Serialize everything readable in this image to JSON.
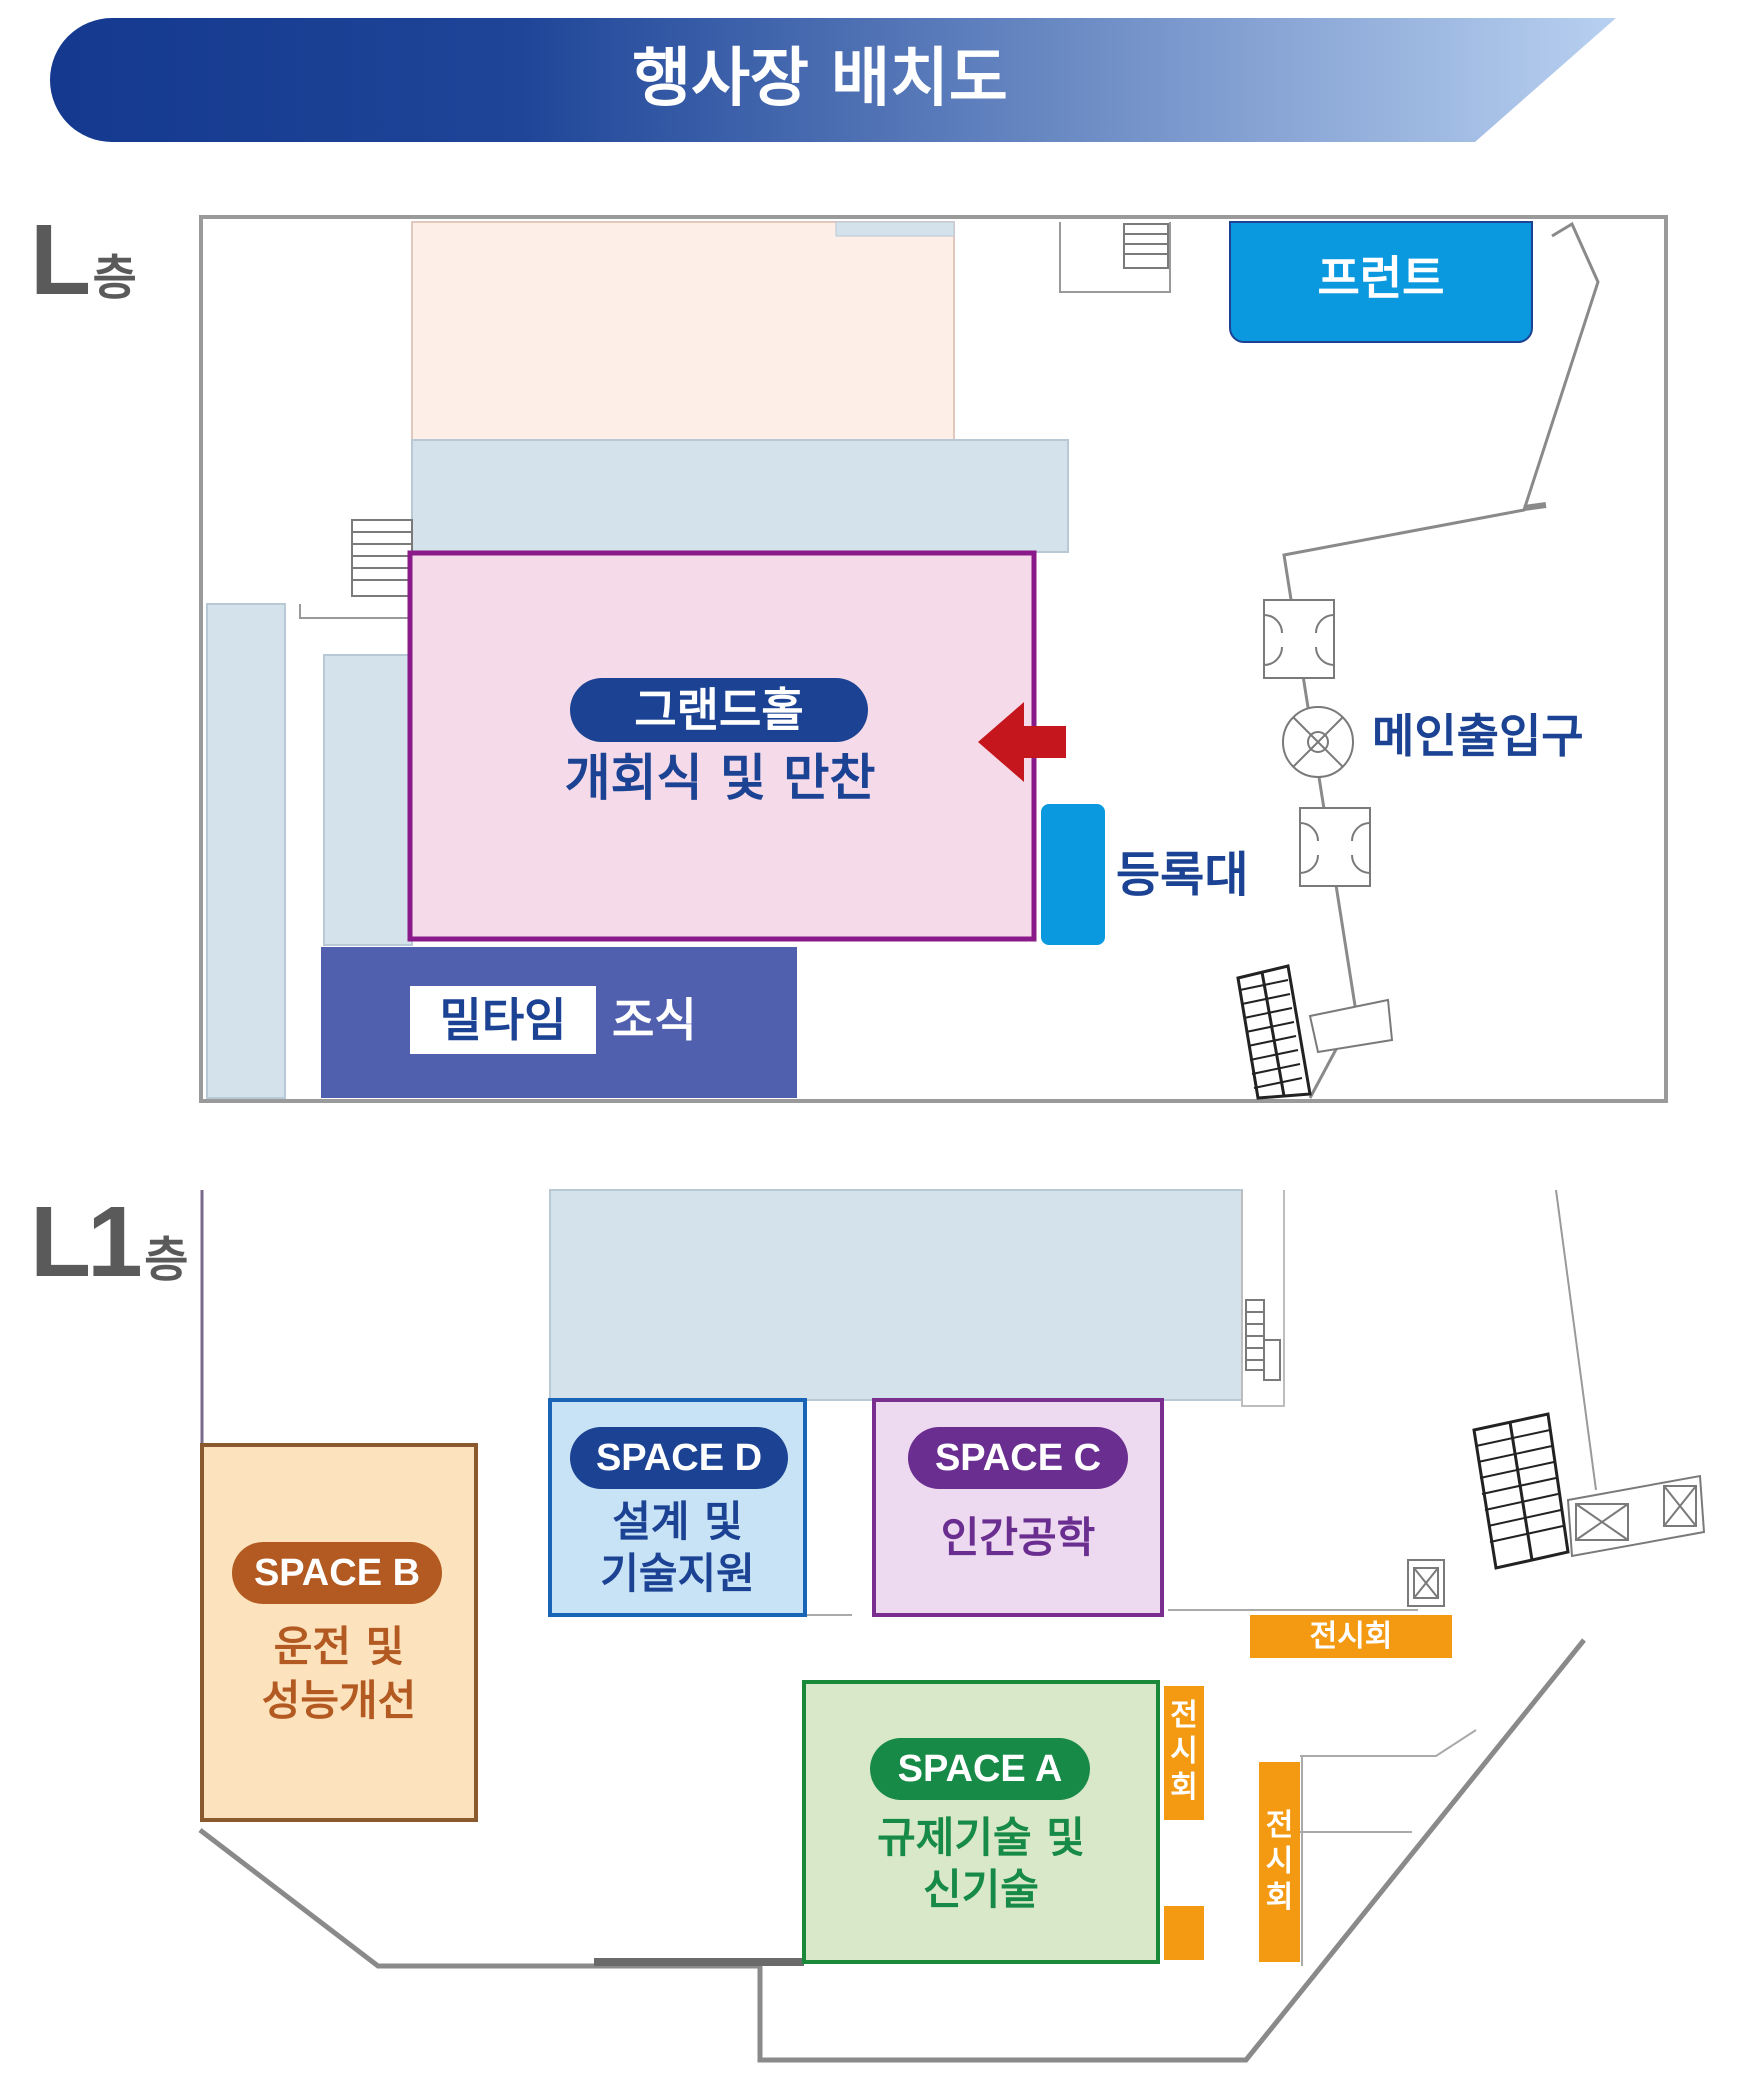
{
  "banner": {
    "title": "행사장 배치도",
    "gradient_from": "#14398f",
    "gradient_to": "#b4cdef"
  },
  "floors": {
    "l": {
      "label_main": "L",
      "label_sub": "층",
      "grand_hall": {
        "badge": "그랜드홀",
        "subtitle": "개회식 및 만찬"
      },
      "front": "프런트",
      "main_entrance": "메인출입구",
      "registration": "등록대",
      "meal": {
        "badge": "밀타임",
        "label": "조식"
      }
    },
    "l1": {
      "label_main": "L1",
      "label_sub": "층",
      "space_b": {
        "badge": "SPACE B",
        "line1": "운전 및",
        "line2": "성능개선"
      },
      "space_d": {
        "badge": "SPACE D",
        "line1": "설계 및",
        "line2": "기술지원"
      },
      "space_c": {
        "badge": "SPACE C",
        "line1": "인간공학"
      },
      "space_a": {
        "badge": "SPACE A",
        "line1": "규제기술 및",
        "line2": "신기술"
      },
      "exhibit_h": "전시회",
      "exhibit_v1": "전시회",
      "exhibit_v2": "전시회"
    }
  },
  "colors": {
    "navy": "#1c4393",
    "grand_border": "#8a1a8a",
    "grand_fill": "#f5dbe9",
    "light_blue_fill": "#d4e2ec",
    "peach_fill": "#fdeee7",
    "front_blue": "#0a98df",
    "meal_fill": "#5060ae",
    "arrow_red": "#c4161c",
    "space_b_fill": "#fde3bd",
    "space_b_border": "#8a5a2e",
    "space_b_badge": "#b35a22",
    "space_d_fill": "#c8e3f6",
    "space_d_border": "#1a64b8",
    "space_d_badge": "#1c4393",
    "space_c_fill": "#eedaf0",
    "space_c_border": "#7a2e8f",
    "space_c_badge": "#6a2e90",
    "space_a_fill": "#d8e8c8",
    "space_a_border": "#1a8a3a",
    "space_a_badge": "#168a46",
    "exhibit_orange": "#f39a12",
    "wall_gray": "#9a9a9a"
  }
}
